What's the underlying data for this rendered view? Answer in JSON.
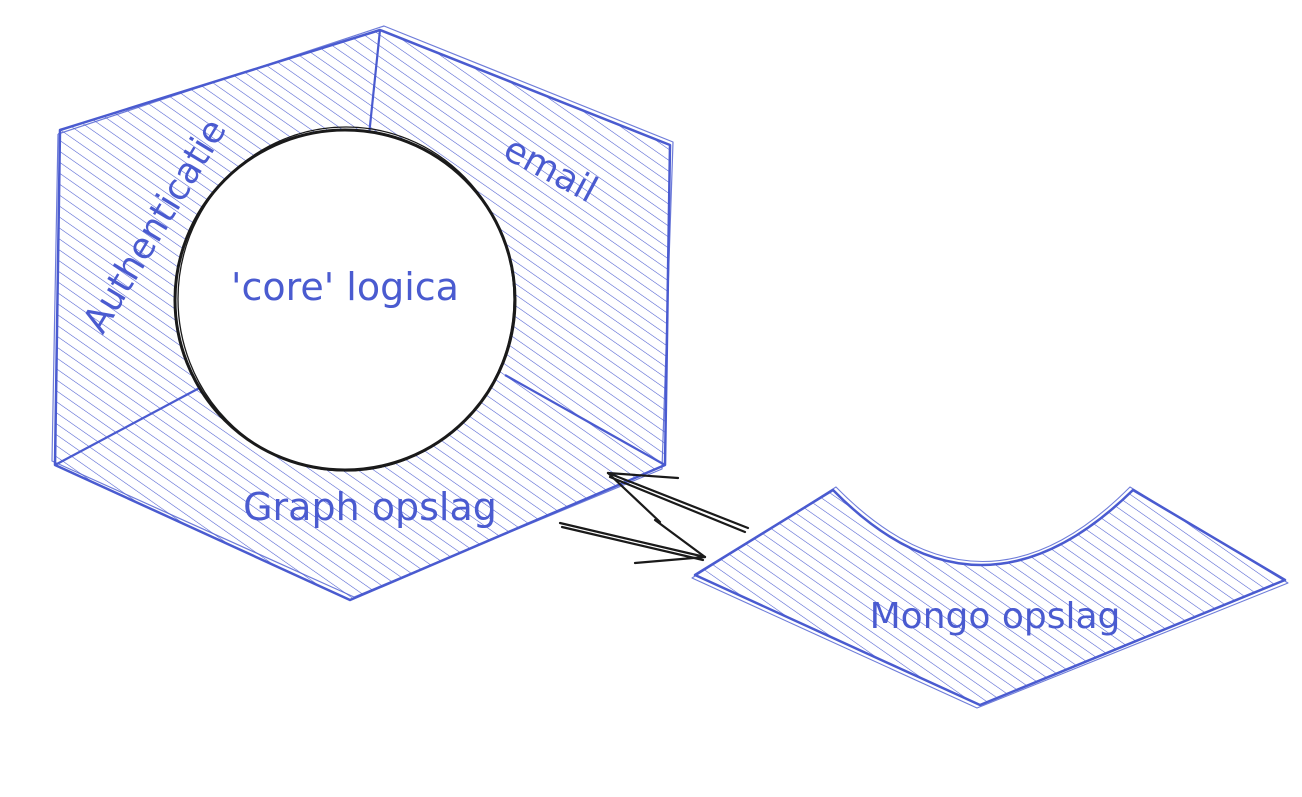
{
  "colors": {
    "stroke": "#4a5bd0",
    "hatch": "#4a5bd0",
    "circle_stroke": "#1a1a1a",
    "arrow": "#1a1a1a",
    "background": "#ffffff"
  },
  "labels": {
    "core": "'core' logica",
    "authenticatie": "Authenticatie",
    "email": "email",
    "graph": "Graph opslag",
    "mongo": "Mongo opslag"
  }
}
